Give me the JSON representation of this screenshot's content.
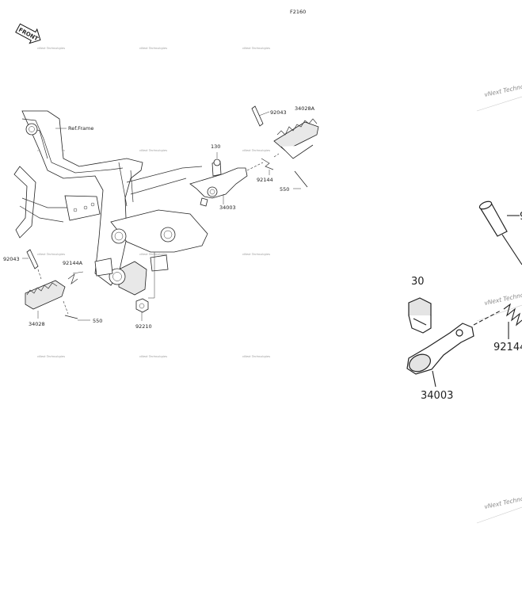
{
  "diagram_code": "F2160",
  "front_label": "FRONT",
  "frame_ref": "Ref.Frame",
  "parts": {
    "n92043_right": "92043",
    "n34028A": "34028A",
    "n130": "130",
    "n92144": "92144",
    "n550_right": "550",
    "n34003": "34003",
    "n92043_left": "92043",
    "n92144A": "92144A",
    "n34028": "34028",
    "n550_left": "550",
    "n92210": "92210"
  },
  "zoom": {
    "n30": "30",
    "n34003": "34003",
    "n92144": "92144",
    "n9": "9"
  },
  "watermark": "vNext Technologies"
}
